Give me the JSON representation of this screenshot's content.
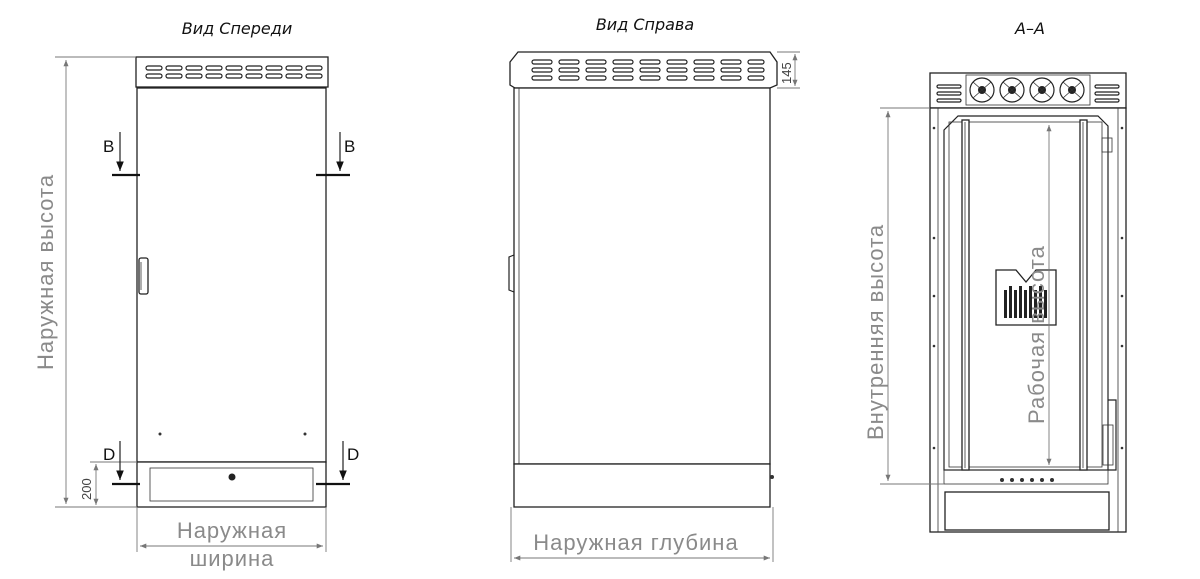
{
  "views": {
    "front": {
      "title": "Вид Спереди"
    },
    "side": {
      "title": "Вид Справа"
    },
    "section": {
      "title": "А–А"
    }
  },
  "dimensions": {
    "outer_height": "Наружная высота",
    "outer_width_line1": "Наружная",
    "outer_width_line2": "ширина",
    "outer_depth": "Наружная глубина",
    "inner_height": "Внутренняя высота",
    "working_height": "Рабочая высота",
    "plinth_height": "200",
    "roof_height": "145"
  },
  "section_markers": {
    "b_left": "В",
    "b_right": "В",
    "d_left": "D",
    "d_right": "D"
  }
}
